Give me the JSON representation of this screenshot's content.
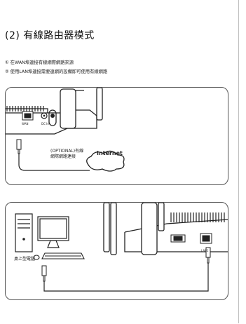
{
  "section": {
    "title": "(2) 有線路由器模式"
  },
  "instructions": [
    "① 在WAN埠連接有線網際網路來源",
    "② 使用LAN埠連接需要連網的設備即可使用有線網路"
  ],
  "figure1": {
    "optional_label_line1": "(OPTIONAL)有線",
    "optional_label_line2": "網際網路連接",
    "internet_label": "Internet",
    "wan_port_label": "WAN",
    "dcin_label": "DC In"
  },
  "figure2": {
    "desktop_label": "桌上型電腦",
    "lan_port_label": "LAN1"
  }
}
